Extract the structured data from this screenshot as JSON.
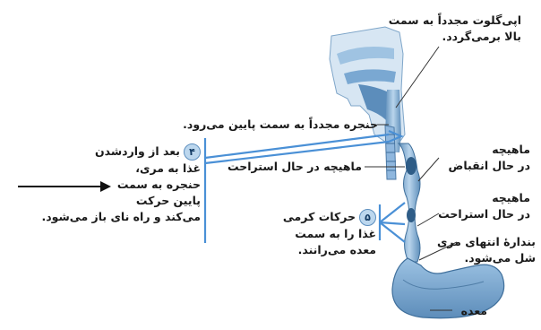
{
  "labels": {
    "epiglottis": "اپی‌گلوت مجدداً به سمت بالا برمی‌گردد.",
    "larynx": "حنجره مجدداً به سمت پایین می‌رود.",
    "step4_number": "۴",
    "step4_l1": "بعد از واردشدن",
    "step4_l2": "غذا به مری،",
    "step4_l3": "حنجره به سمت",
    "step4_l4": "پایین حرکت",
    "step4_l5": "می‌کند و راه نای باز می‌شود.",
    "relaxed_muscle_mid": "ماهیچه در حال استراحت",
    "contracting_l1": "ماهیچه",
    "contracting_l2": "در حال انقباض",
    "relaxed_l1": "ماهیچه",
    "relaxed_l2": "در حال استراحت",
    "step5_number": "۵",
    "step5_l1": "حرکات کرمی",
    "step5_l2": "غذا را به سمت",
    "step5_l3": "معده می‌رانند.",
    "sphincter_l1": "بندارهٔ انتهای مری",
    "sphincter_l2": "شل می‌شود.",
    "stomach": "معده"
  },
  "colors": {
    "accent_blue": "#4a90d6",
    "tissue_blue": "#8ab6dc",
    "tissue_dark": "#3f6f9b"
  }
}
